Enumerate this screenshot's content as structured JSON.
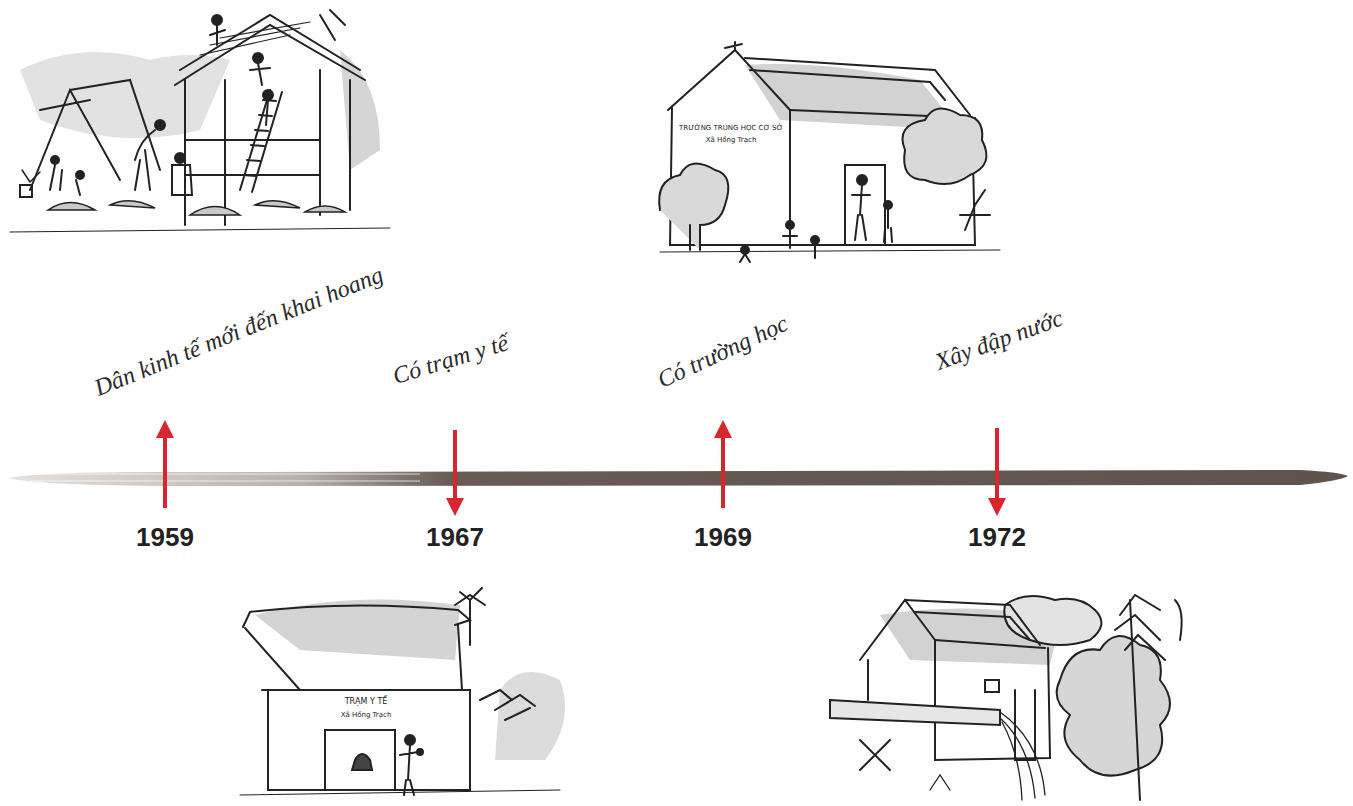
{
  "diagram": {
    "labels": [
      "Dân kinh tế mới đến khai hoang",
      "Có trạm y tế",
      "Có trường học",
      "Xây đập nước",
      "1959",
      "1967",
      "1969",
      "1972",
      "TRƯỜNG TRUNG HỌC CƠ SỞ",
      "Xã Hồng Trạch",
      "TRẠM Y TẾ",
      "Xã Hồng Trạch"
    ]
  }
}
